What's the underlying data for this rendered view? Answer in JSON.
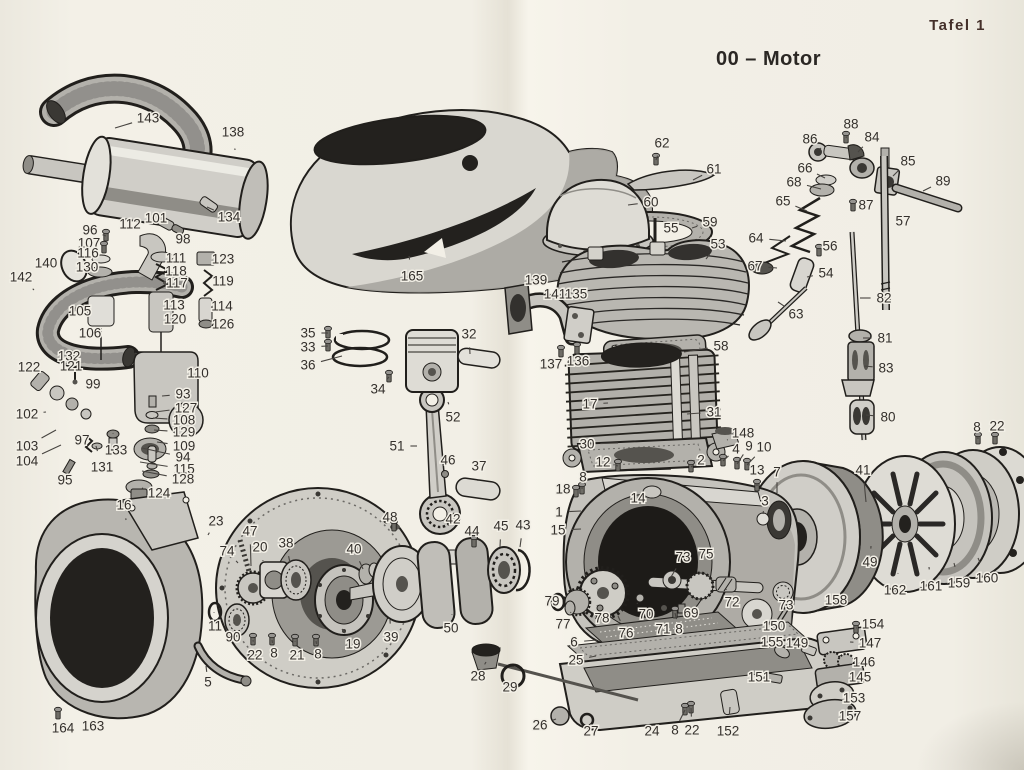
{
  "page": {
    "plate": "Tafel 1",
    "title": "00 – Motor"
  },
  "colors": {
    "paper": "#f2efe6",
    "ink": "#211f1c",
    "label": "#34302c",
    "leader": "#474440",
    "plate_text": "#44302a"
  },
  "diagram": {
    "description": "Exploded parts diagram of a single-cylinder motorcycle engine with numbered callouts",
    "callouts": [
      [
        "143",
        148,
        118,
        115,
        128,
        0
      ],
      [
        "138",
        233,
        132,
        235,
        150,
        0
      ],
      [
        "134",
        229,
        217,
        207,
        207,
        0
      ],
      [
        "101",
        156,
        218,
        168,
        226,
        0
      ],
      [
        "98",
        183,
        239,
        177,
        228,
        0
      ],
      [
        "112",
        130,
        224,
        141,
        234,
        0
      ],
      [
        "96",
        90,
        230,
        106,
        236,
        1
      ],
      [
        "107",
        89,
        243,
        104,
        248,
        1
      ],
      [
        "116",
        88,
        253,
        102,
        259,
        0
      ],
      [
        "130",
        87,
        267,
        100,
        271,
        0
      ],
      [
        "140",
        46,
        263,
        62,
        266,
        0
      ],
      [
        "142",
        21,
        277,
        34,
        290,
        0
      ],
      [
        "105",
        80,
        311,
        93,
        308,
        0
      ],
      [
        "106",
        90,
        333,
        101,
        330,
        0
      ],
      [
        "111",
        176,
        258,
        162,
        258,
        0
      ],
      [
        "118",
        176,
        271,
        162,
        271,
        0
      ],
      [
        "117",
        177,
        283,
        164,
        282,
        0
      ],
      [
        "113",
        174,
        305,
        160,
        303,
        0
      ],
      [
        "120",
        175,
        319,
        160,
        316,
        0
      ],
      [
        "123",
        223,
        259,
        207,
        260,
        0
      ],
      [
        "119",
        223,
        281,
        208,
        280,
        0
      ],
      [
        "114",
        222,
        306,
        207,
        304,
        0
      ],
      [
        "126",
        223,
        324,
        207,
        322,
        0
      ],
      [
        "122",
        29,
        367,
        40,
        377,
        0
      ],
      [
        "132",
        69,
        356,
        null,
        null,
        0
      ],
      [
        "121",
        71,
        366,
        null,
        null,
        0
      ],
      [
        "99",
        93,
        384,
        104,
        391,
        0
      ],
      [
        "110",
        198,
        373,
        182,
        373,
        0
      ],
      [
        "93",
        183,
        394,
        162,
        396,
        0
      ],
      [
        "127",
        186,
        408,
        155,
        412,
        0
      ],
      [
        "108",
        184,
        420,
        153,
        418,
        0
      ],
      [
        "129",
        184,
        432,
        154,
        430,
        0
      ],
      [
        "109",
        184,
        446,
        157,
        442,
        0
      ],
      [
        "94",
        183,
        457,
        142,
        448,
        0
      ],
      [
        "115",
        184,
        469,
        140,
        462,
        0
      ],
      [
        "128",
        183,
        479,
        142,
        471,
        0
      ],
      [
        "124",
        159,
        493,
        142,
        488,
        0
      ],
      [
        "102",
        27,
        414,
        46,
        412,
        0
      ],
      [
        "103",
        27,
        446,
        56,
        430,
        0
      ],
      [
        "104",
        27,
        461,
        61,
        445,
        0
      ],
      [
        "97",
        82,
        440,
        88,
        446,
        0
      ],
      [
        "95",
        65,
        480,
        72,
        468,
        0
      ],
      [
        "131",
        102,
        467,
        96,
        446,
        0
      ],
      [
        "133",
        116,
        450,
        113,
        433,
        0
      ],
      [
        "35",
        308,
        333,
        328,
        333,
        1
      ],
      [
        "33",
        308,
        347,
        328,
        346,
        1
      ],
      [
        "36",
        308,
        365,
        342,
        356,
        0
      ],
      [
        "34",
        378,
        389,
        389,
        377,
        1
      ],
      [
        "32",
        469,
        334,
        470,
        354,
        0
      ],
      [
        "52",
        453,
        417,
        448,
        402,
        0
      ],
      [
        "51",
        397,
        446,
        417,
        446,
        0
      ],
      [
        "46",
        448,
        460,
        444,
        473,
        0
      ],
      [
        "37",
        479,
        466,
        478,
        481,
        0
      ],
      [
        "165",
        412,
        276,
        409,
        256,
        0
      ],
      [
        "62",
        662,
        143,
        656,
        160,
        1
      ],
      [
        "61",
        714,
        169,
        693,
        180,
        0
      ],
      [
        "60",
        651,
        202,
        628,
        205,
        0
      ],
      [
        "59",
        710,
        222,
        692,
        228,
        0
      ],
      [
        "55",
        671,
        228,
        659,
        231,
        0
      ],
      [
        "53",
        718,
        244,
        706,
        259,
        0
      ],
      [
        "139",
        536,
        280,
        530,
        291,
        0
      ],
      [
        "141",
        555,
        294,
        560,
        309,
        0
      ],
      [
        "135",
        576,
        294,
        582,
        309,
        0
      ],
      [
        "137",
        551,
        364,
        561,
        352,
        1
      ],
      [
        "136",
        578,
        361,
        577,
        349,
        1
      ],
      [
        "58",
        721,
        346,
        684,
        352,
        0
      ],
      [
        "17",
        590,
        404,
        608,
        403,
        0
      ],
      [
        "31",
        714,
        412,
        687,
        414,
        0
      ],
      [
        "30",
        587,
        444,
        618,
        443,
        0
      ],
      [
        "148",
        743,
        433,
        727,
        440,
        0
      ],
      [
        "4",
        736,
        449,
        723,
        461,
        1
      ],
      [
        "9",
        749,
        446,
        737,
        464,
        1
      ],
      [
        "10",
        764,
        447,
        747,
        465,
        1
      ],
      [
        "2",
        701,
        460,
        691,
        467,
        1
      ],
      [
        "12",
        603,
        462,
        618,
        466,
        1
      ],
      [
        "8",
        583,
        477,
        582,
        489,
        1
      ],
      [
        "18",
        563,
        489,
        576,
        492,
        1
      ],
      [
        "1",
        559,
        512,
        581,
        511,
        0
      ],
      [
        "15",
        558,
        530,
        581,
        529,
        0
      ],
      [
        "14",
        638,
        498,
        650,
        492,
        0
      ],
      [
        "13",
        757,
        470,
        757,
        486,
        1
      ],
      [
        "7",
        777,
        472,
        777,
        493,
        0
      ],
      [
        "3",
        765,
        501,
        763,
        514,
        0
      ],
      [
        "88",
        851,
        124,
        846,
        138,
        1
      ],
      [
        "86",
        810,
        139,
        821,
        149,
        0
      ],
      [
        "84",
        872,
        137,
        858,
        152,
        0
      ],
      [
        "85",
        908,
        161,
        893,
        176,
        0
      ],
      [
        "89",
        943,
        181,
        923,
        191,
        0
      ],
      [
        "66",
        805,
        168,
        825,
        178,
        0
      ],
      [
        "68",
        794,
        182,
        821,
        189,
        0
      ],
      [
        "65",
        783,
        201,
        807,
        211,
        0
      ],
      [
        "87",
        866,
        205,
        853,
        206,
        1
      ],
      [
        "57",
        903,
        221,
        890,
        220,
        0
      ],
      [
        "64",
        756,
        238,
        786,
        241,
        0
      ],
      [
        "56",
        830,
        246,
        819,
        251,
        1
      ],
      [
        "67",
        755,
        266,
        777,
        268,
        0
      ],
      [
        "54",
        826,
        273,
        807,
        277,
        0
      ],
      [
        "63",
        796,
        314,
        778,
        302,
        0
      ],
      [
        "82",
        884,
        298,
        860,
        298,
        0
      ],
      [
        "81",
        885,
        338,
        863,
        338,
        0
      ],
      [
        "83",
        886,
        368,
        864,
        366,
        0
      ],
      [
        "80",
        888,
        417,
        866,
        415,
        0
      ],
      [
        "8",
        977,
        427,
        978,
        439,
        1
      ],
      [
        "22",
        997,
        426,
        995,
        439,
        1
      ],
      [
        "41",
        863,
        470,
        866,
        502,
        0
      ],
      [
        "49",
        870,
        562,
        871,
        546,
        0
      ],
      [
        "73",
        683,
        557,
        671,
        577,
        0
      ],
      [
        "75",
        706,
        554,
        703,
        567,
        0
      ],
      [
        "72",
        732,
        602,
        726,
        589,
        0
      ],
      [
        "73",
        786,
        605,
        783,
        592,
        0
      ],
      [
        "79",
        552,
        601,
        559,
        601,
        0
      ],
      [
        "77",
        563,
        624,
        571,
        612,
        0
      ],
      [
        "78",
        602,
        618,
        597,
        605,
        0
      ],
      [
        "76",
        626,
        633,
        618,
        616,
        0
      ],
      [
        "70",
        646,
        614,
        637,
        603,
        0
      ],
      [
        "71",
        663,
        629,
        659,
        616,
        0
      ],
      [
        "8",
        679,
        629,
        675,
        613,
        1
      ],
      [
        "69",
        691,
        613,
        683,
        605,
        0
      ],
      [
        "150",
        774,
        626,
        760,
        626,
        0
      ],
      [
        "158",
        836,
        600,
        834,
        589,
        0
      ],
      [
        "162",
        895,
        590,
        898,
        573,
        0
      ],
      [
        "161",
        931,
        586,
        929,
        567,
        0
      ],
      [
        "159",
        959,
        583,
        954,
        563,
        0
      ],
      [
        "160",
        987,
        578,
        978,
        558,
        0
      ],
      [
        "154",
        873,
        624,
        856,
        628,
        1
      ],
      [
        "147",
        870,
        643,
        850,
        642,
        0
      ],
      [
        "146",
        864,
        662,
        852,
        661,
        0
      ],
      [
        "145",
        860,
        677,
        852,
        675,
        0
      ],
      [
        "155",
        772,
        642,
        781,
        651,
        0
      ],
      [
        "149",
        797,
        643,
        809,
        650,
        0
      ],
      [
        "151",
        759,
        677,
        772,
        678,
        0
      ],
      [
        "153",
        854,
        698,
        845,
        694,
        0
      ],
      [
        "157",
        850,
        716,
        846,
        711,
        0
      ],
      [
        "16",
        124,
        505,
        126,
        520,
        0
      ],
      [
        "23",
        216,
        521,
        208,
        535,
        0
      ],
      [
        "47",
        250,
        531,
        251,
        566,
        0
      ],
      [
        "74",
        227,
        551,
        238,
        563,
        0
      ],
      [
        "20",
        260,
        547,
        263,
        561,
        0
      ],
      [
        "38",
        286,
        543,
        290,
        563,
        0
      ],
      [
        "11",
        215,
        626,
        214,
        612,
        0
      ],
      [
        "90",
        233,
        637,
        234,
        622,
        0
      ],
      [
        "22",
        255,
        655,
        253,
        640,
        1
      ],
      [
        "8",
        274,
        653,
        272,
        640,
        1
      ],
      [
        "21",
        297,
        655,
        295,
        641,
        1
      ],
      [
        "8",
        318,
        654,
        316,
        641,
        1
      ],
      [
        "5",
        208,
        682,
        206,
        666,
        0
      ],
      [
        "164",
        63,
        728,
        58,
        714,
        1
      ],
      [
        "163",
        93,
        726,
        92,
        710,
        0
      ],
      [
        "19",
        353,
        644,
        342,
        629,
        0
      ],
      [
        "39",
        391,
        637,
        390,
        620,
        0
      ],
      [
        "50",
        451,
        628,
        452,
        614,
        0
      ],
      [
        "40",
        354,
        549,
        363,
        569,
        0
      ],
      [
        "48",
        390,
        517,
        394,
        526,
        1
      ],
      [
        "42",
        453,
        519,
        448,
        509,
        0
      ],
      [
        "44",
        472,
        531,
        474,
        542,
        1
      ],
      [
        "45",
        501,
        526,
        500,
        547,
        0
      ],
      [
        "43",
        523,
        525,
        520,
        547,
        0
      ],
      [
        "28",
        478,
        676,
        486,
        662,
        0
      ],
      [
        "29",
        510,
        687,
        513,
        678,
        0
      ],
      [
        "26",
        540,
        725,
        556,
        719,
        0
      ],
      [
        "27",
        591,
        731,
        585,
        721,
        0
      ],
      [
        "24",
        652,
        731,
        649,
        718,
        0
      ],
      [
        "8",
        675,
        730,
        685,
        710,
        1
      ],
      [
        "22",
        692,
        730,
        691,
        708,
        1
      ],
      [
        "152",
        728,
        731,
        730,
        707,
        0
      ],
      [
        "6",
        574,
        642,
        597,
        640,
        0
      ],
      [
        "25",
        576,
        660,
        596,
        656,
        0
      ]
    ]
  }
}
